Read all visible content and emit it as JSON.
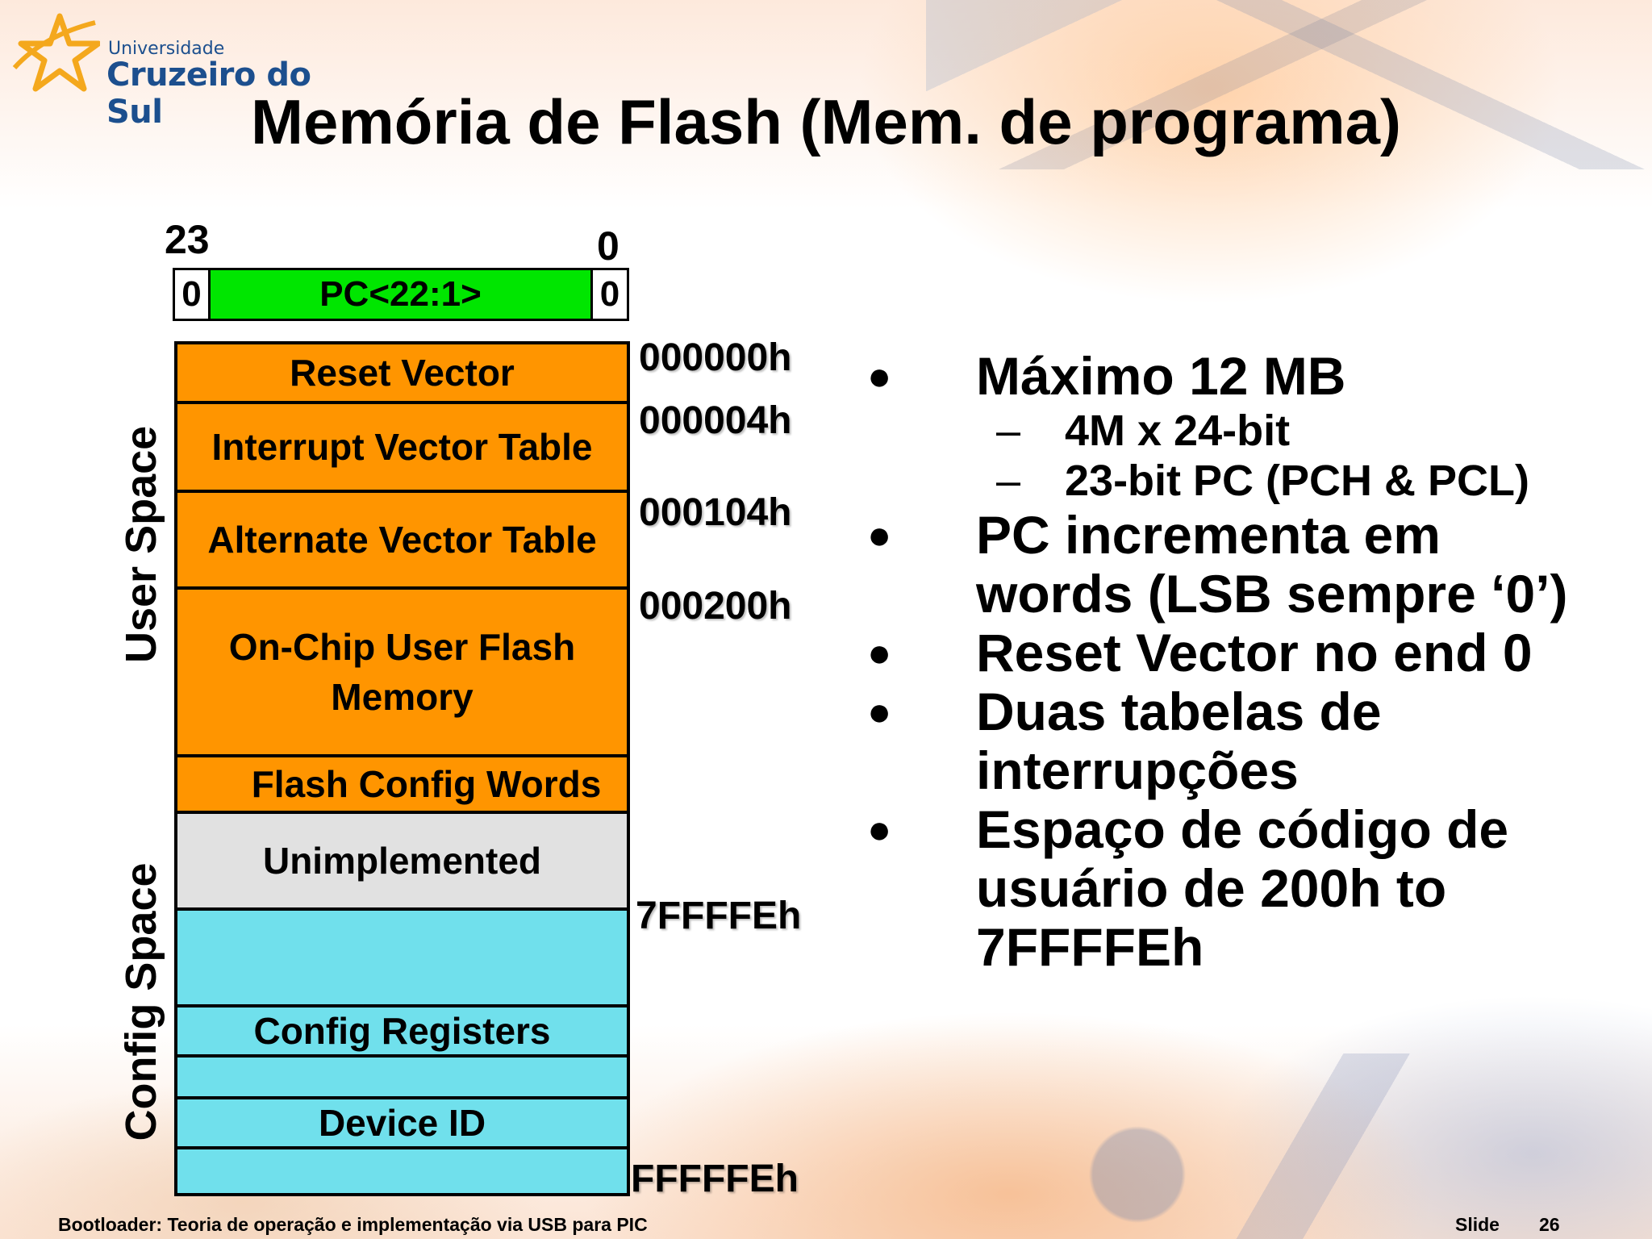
{
  "logo": {
    "university": "Universidade",
    "name": "Cruzeiro do Sul"
  },
  "title": "Memória de Flash (Mem. de programa)",
  "pc": {
    "msb_label": "23",
    "lsb_label": "0",
    "left_bit": "0",
    "field": "PC<22:1>",
    "right_bit": "0"
  },
  "memory_map": {
    "blocks": [
      "Reset Vector",
      "Interrupt Vector Table",
      "Alternate Vector Table",
      "On-Chip User Flash Memory",
      "Flash Config Words",
      "Unimplemented",
      "",
      "Config Registers",
      "",
      "Device ID",
      ""
    ],
    "addresses": [
      "000000h",
      "000004h",
      "000104h",
      "000200h",
      "7FFFFEh",
      "FFFFFEh"
    ],
    "user_space": "User Space",
    "config_space": "Config Space"
  },
  "bullets": {
    "b1": "Máximo 12 MB",
    "b1_sub1": "4M x 24-bit",
    "b1_sub2": "23-bit PC (PCH & PCL)",
    "b2_line1": "PC incrementa em",
    "b2_line2": "words (LSB sempre ‘0’)",
    "b3": "Reset Vector no end 0",
    "b4_line1": "Duas tabelas de",
    "b4_line2": "interrupções",
    "b5_line1": "Espaço de código de",
    "b5_line2": "usuário de 200h to",
    "b5_line3": "7FFFFEh",
    "bullet_symbol": "●",
    "dash_symbol": "–"
  },
  "footer": {
    "text": "Bootloader: Teoria de operação e implementação via USB para PIC",
    "slide_label": "Slide",
    "slide_number": "26"
  },
  "colors": {
    "orange": "#ff9500",
    "green": "#00e600",
    "grey": "#e1e1e1",
    "cyan": "#70e0ec",
    "logo_blue": "#1c4f8e",
    "logo_star": "#f4a81d"
  }
}
